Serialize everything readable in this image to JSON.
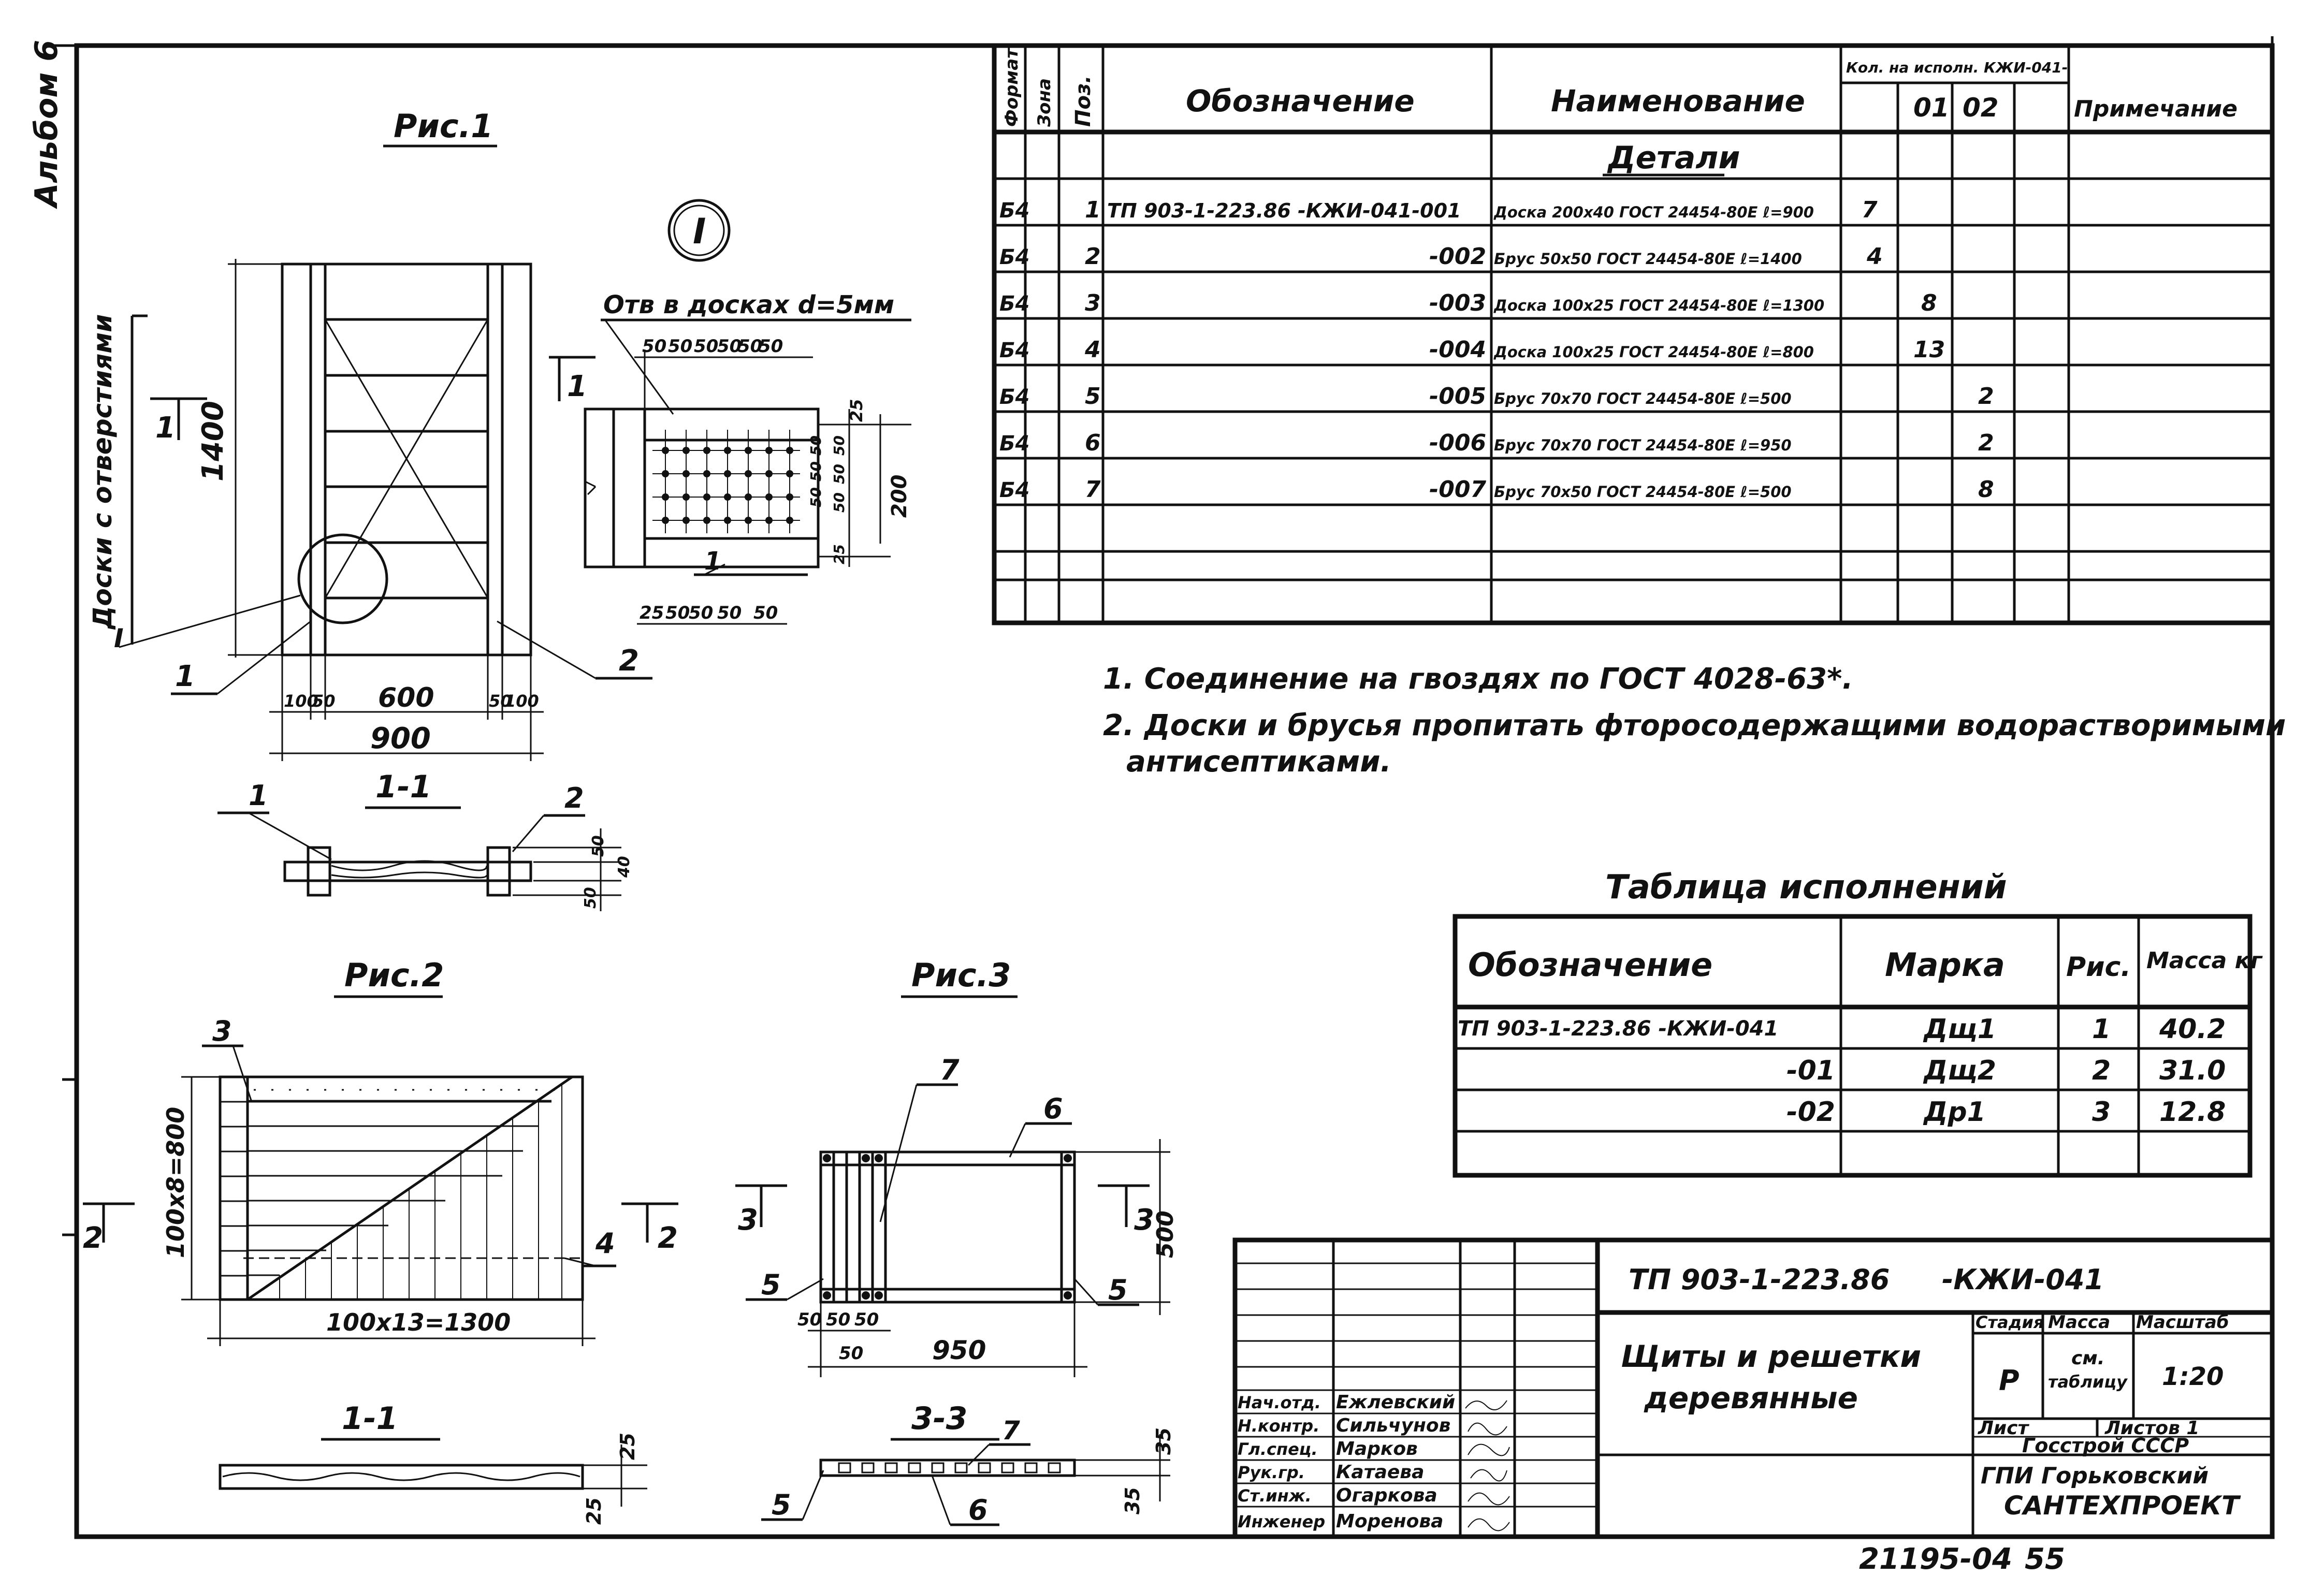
{
  "side_label": "Альбом 6",
  "fig1": {
    "title": "Рис.1",
    "callout": "I",
    "callout_label": "I",
    "vertical_label": "Доски с отверстиями",
    "holes_label": "Отв в досках d=5мм",
    "dim_height": "1400",
    "dim_100a": "100",
    "dim_50a": "50",
    "dim_600": "600",
    "dim_50b": "50",
    "dim_100b": "100",
    "dim_900": "900",
    "pos1": "1",
    "pos2": "2",
    "section": "1",
    "detail_top_dims": [
      "50",
      "50",
      "50",
      "50",
      "50",
      "50"
    ],
    "detail_bottom_dims": [
      "25",
      "50",
      "50",
      "50",
      "50"
    ],
    "detail_right_dims": [
      "25",
      "50",
      "50",
      "50",
      "25"
    ],
    "detail_200": "200",
    "detail_pos": "1",
    "detail_left_dims": [
      "50",
      "50",
      "50"
    ]
  },
  "sec11": {
    "title": "1-1",
    "pos1": "1",
    "pos2": "2",
    "dim_top": "50",
    "dim_mid": "40",
    "dim_bot": "50"
  },
  "fig2": {
    "title": "Рис.2",
    "pos3": "3",
    "pos4": "4",
    "section": "2",
    "dim_v": "100x8=800",
    "dim_h": "100x13=1300"
  },
  "sec11b": {
    "title": "1-1",
    "dim_a": "25",
    "dim_b": "25"
  },
  "fig3": {
    "title": "Рис.3",
    "pos7": "7",
    "pos6": "6",
    "pos5a": "5",
    "pos5b": "5",
    "section": "3",
    "dim_500": "500",
    "dim_50a": "50",
    "dim_50b": "50",
    "dim_50c": "50",
    "dim_50d": "50",
    "dim_950": "950"
  },
  "sec33": {
    "title": "3-3",
    "pos7": "7",
    "pos5": "5",
    "pos6": "6",
    "dim_a": "35",
    "dim_b": "35"
  },
  "spec": {
    "headers": {
      "format": "Формат",
      "zone": "Зона",
      "pos": "Поз.",
      "designation": "Обозначение",
      "name": "Наименование",
      "qty": "Кол. на исполн. КЖИ-041-",
      "v01": "01",
      "v02": "02",
      "note": "Примечание"
    },
    "section_title": "Детали",
    "rows": [
      {
        "fmt": "Б4",
        "pos": "1",
        "des": "ТП 903-1-223.86 -КЖИ-041-001",
        "name": "Доска 200x40 ГОСТ 24454-80Е ℓ=900",
        "q0": "7",
        "q1": "",
        "q2": ""
      },
      {
        "fmt": "Б4",
        "pos": "2",
        "des": "-002",
        "name": "Брус 50x50 ГОСТ 24454-80Е ℓ=1400",
        "q0": "4",
        "q1": "",
        "q2": ""
      },
      {
        "fmt": "Б4",
        "pos": "3",
        "des": "-003",
        "name": "Доска 100x25 ГОСТ 24454-80Е ℓ=1300",
        "q0": "",
        "q1": "8",
        "q2": ""
      },
      {
        "fmt": "Б4",
        "pos": "4",
        "des": "-004",
        "name": "Доска 100x25 ГОСТ 24454-80Е ℓ=800",
        "q0": "",
        "q1": "13",
        "q2": ""
      },
      {
        "fmt": "Б4",
        "pos": "5",
        "des": "-005",
        "name": "Брус 70x70 ГОСТ 24454-80Е ℓ=500",
        "q0": "",
        "q1": "",
        "q2": "2"
      },
      {
        "fmt": "Б4",
        "pos": "6",
        "des": "-006",
        "name": "Брус 70x70 ГОСТ 24454-80Е ℓ=950",
        "q0": "",
        "q1": "",
        "q2": "2"
      },
      {
        "fmt": "Б4",
        "pos": "7",
        "des": "-007",
        "name": "Брус 70x50 ГОСТ 24454-80Е ℓ=500",
        "q0": "",
        "q1": "",
        "q2": "8"
      }
    ]
  },
  "notes": {
    "n1": "1. Соединение на гвоздях по ГОСТ 4028-63*.",
    "n2a": "2. Доски и брусья пропитать фторосодержащими водорастворимыми",
    "n2b": "антисептиками."
  },
  "variants": {
    "title": "Таблица исполнений",
    "headers": {
      "des": "Обозначение",
      "mark": "Марка",
      "fig": "Рис.",
      "mass": "Масса кг"
    },
    "rows": [
      {
        "des": "ТП 903-1-223.86 -КЖИ-041",
        "mark": "Дщ1",
        "fig": "1",
        "mass": "40.2"
      },
      {
        "des": "-01",
        "mark": "Дщ2",
        "fig": "2",
        "mass": "31.0"
      },
      {
        "des": "-02",
        "mark": "Др1",
        "fig": "3",
        "mass": "12.8"
      }
    ]
  },
  "titleblock": {
    "code": "ТП 903-1-223.86",
    "code2": "-КЖИ-041",
    "title1": "Щиты и решетки",
    "title2": "деревянные",
    "stage_h": "Стадия",
    "mass_h": "Масса",
    "scale_h": "Масштаб",
    "stage": "Р",
    "mass1": "см.",
    "mass2": "таблицу",
    "scale": "1:20",
    "sheet_h": "Лист",
    "sheets_h": "Листов 1",
    "org1": "Госстрой СССР",
    "org2": "ГПИ Горьковский",
    "org3": "САНТЕХПРОЕКТ",
    "people": [
      {
        "role": "Нач.отд.",
        "name": "Ежлевский"
      },
      {
        "role": "Н.контр.",
        "name": "Сильчунов"
      },
      {
        "role": "Гл.спец.",
        "name": "Марков"
      },
      {
        "role": "Рук.гр.",
        "name": "Катаева"
      },
      {
        "role": "Ст.инж.",
        "name": "Огаркова"
      },
      {
        "role": "Инженер",
        "name": "Моренова"
      }
    ]
  },
  "archive_no": "21195-04",
  "page_no": "55"
}
